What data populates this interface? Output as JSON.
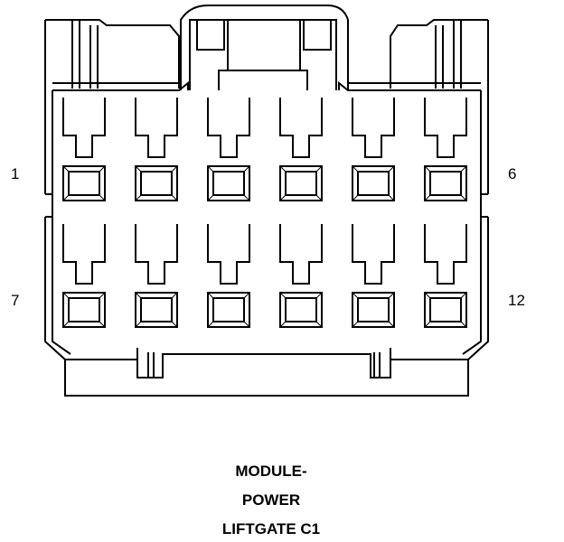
{
  "pin_labels": {
    "top_left": "1",
    "top_right": "6",
    "bottom_left": "7",
    "bottom_right": "12"
  },
  "caption": {
    "line1": "MODULE-",
    "line2": "POWER",
    "line3": "LIFTGATE C1"
  },
  "colors": {
    "line": "#000000",
    "background": "#ffffff"
  }
}
